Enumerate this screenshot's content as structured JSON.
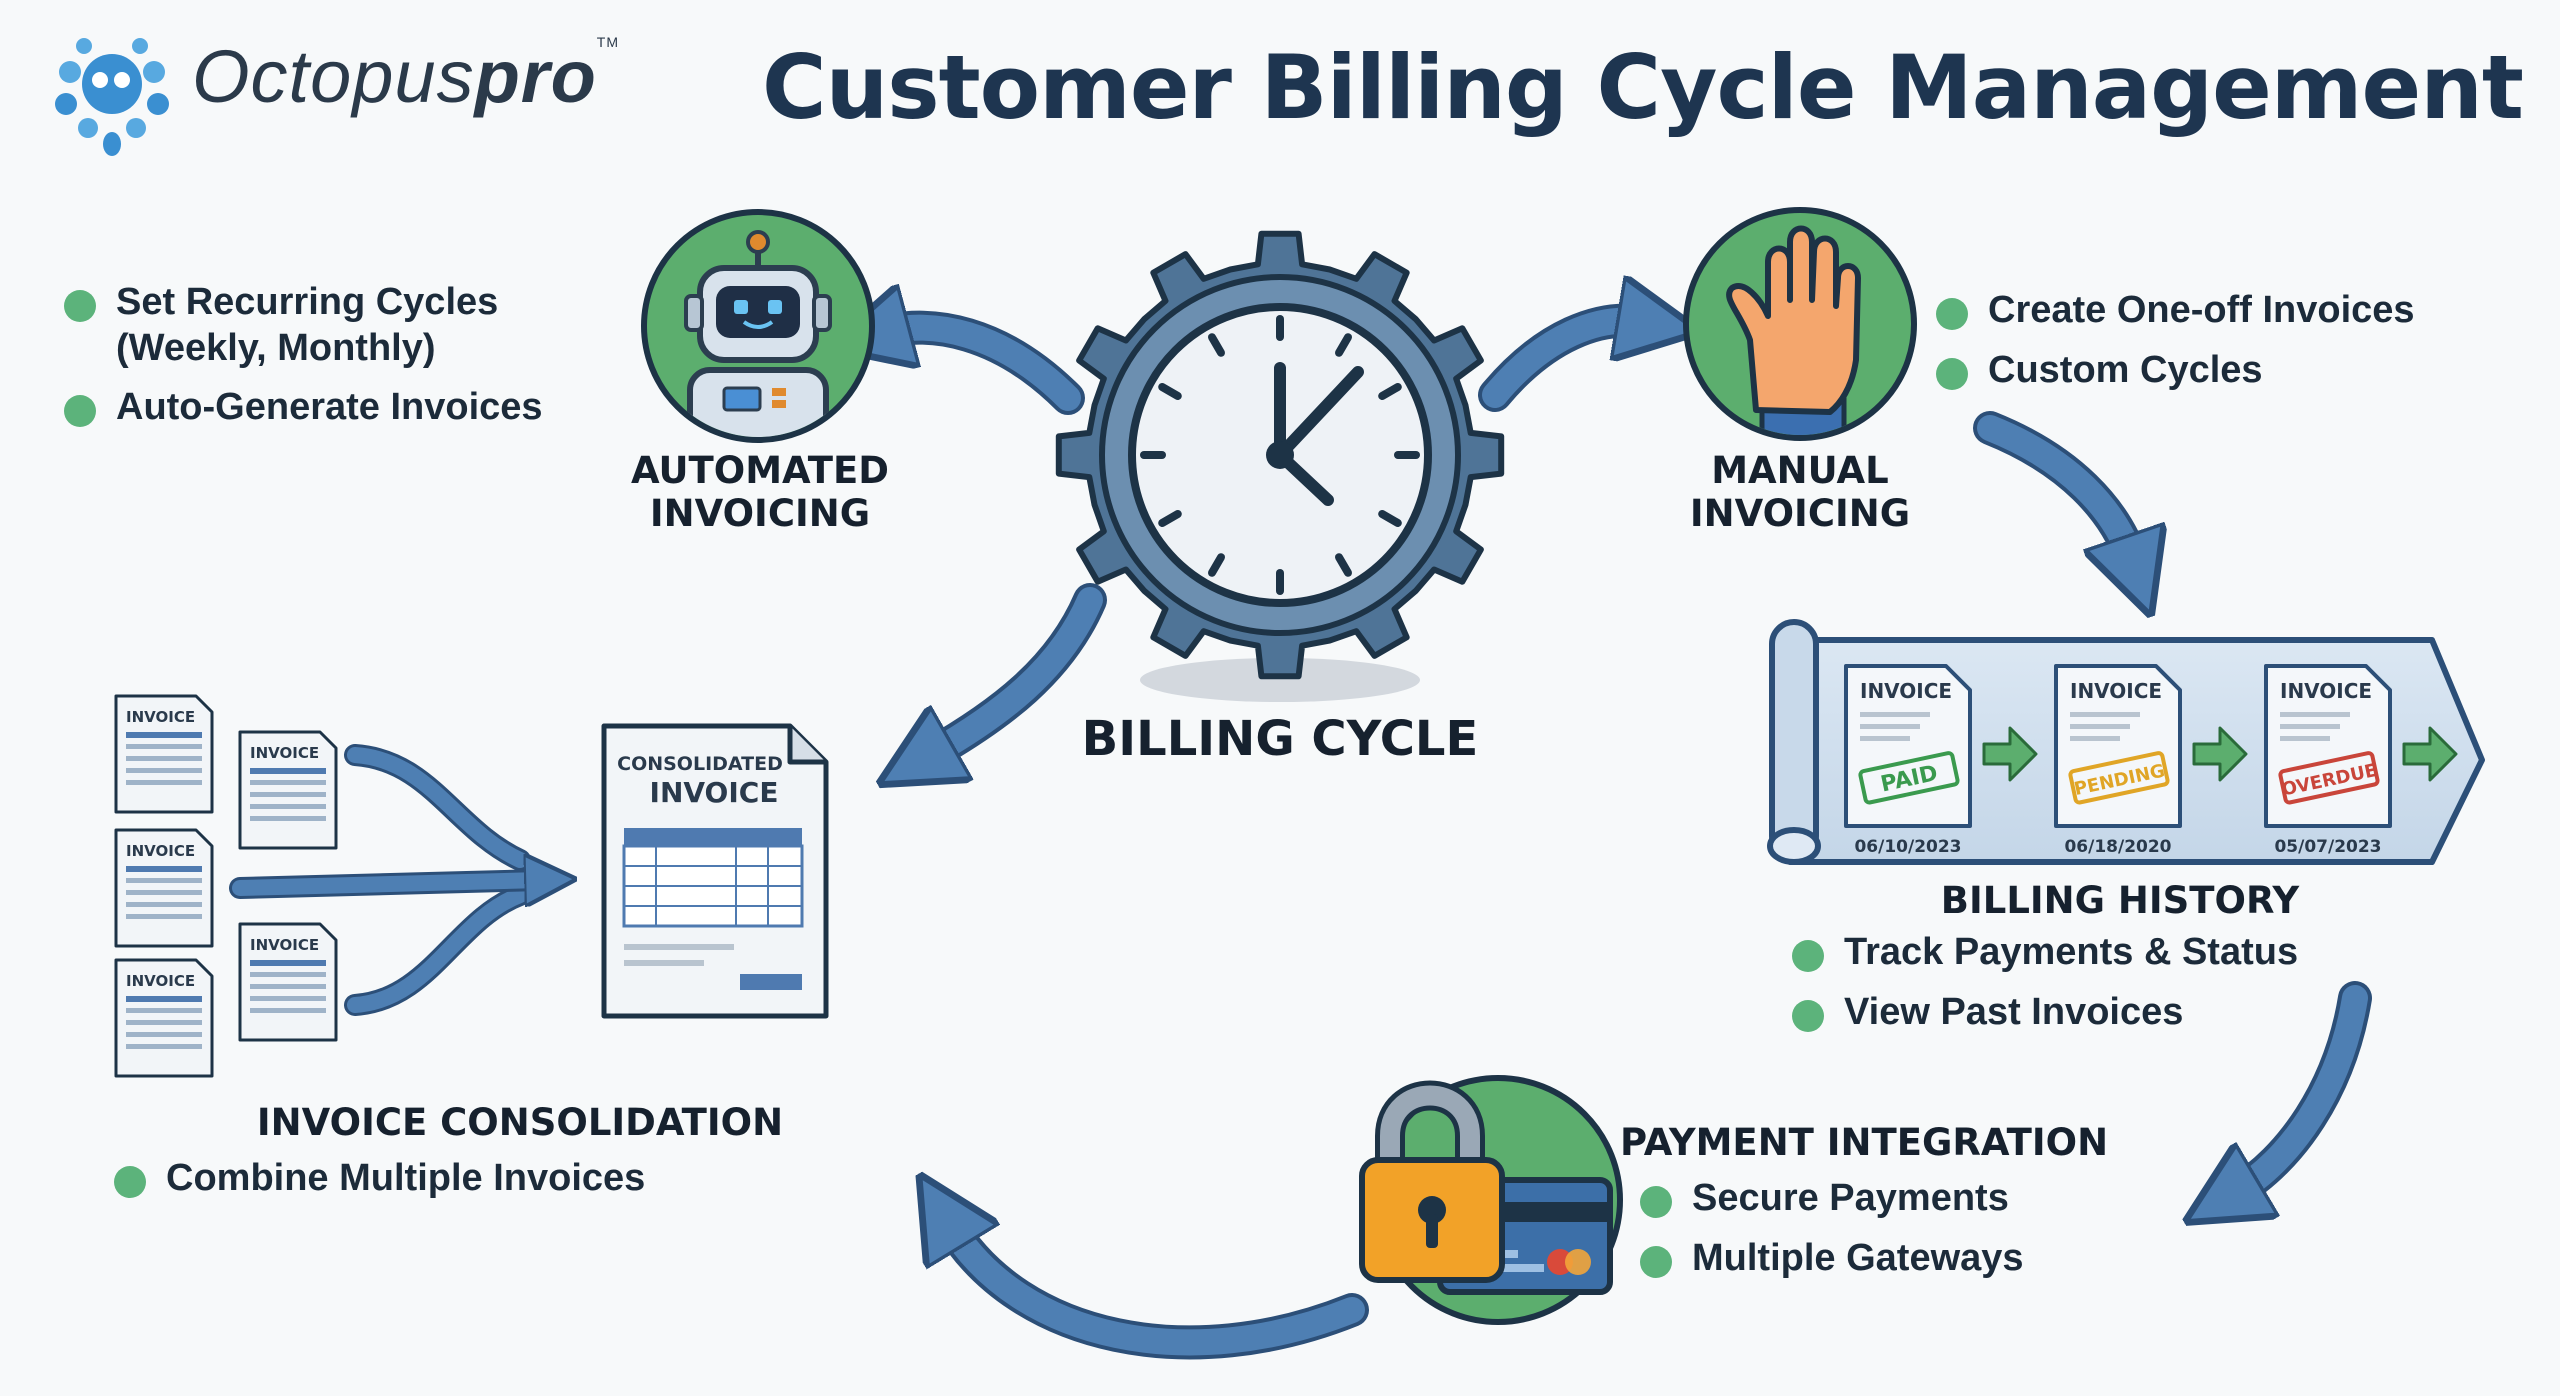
{
  "brand": {
    "name_regular": "Octopus",
    "name_bold": "pro",
    "trademark": "TM"
  },
  "title": "Customer Billing Cycle Management",
  "center": {
    "label": "BILLING CYCLE"
  },
  "automated": {
    "heading_line1": "AUTOMATED",
    "heading_line2": "INVOICING",
    "bullets": [
      "Set Recurring Cycles (Weekly, Monthly)",
      "Auto-Generate Invoices"
    ]
  },
  "manual": {
    "heading_line1": "MANUAL",
    "heading_line2": "INVOICING",
    "bullets": [
      "Create One-off Invoices",
      "Custom Cycles"
    ]
  },
  "history": {
    "heading": "BILLING HISTORY",
    "bullets": [
      "Track Payments & Status",
      "View Past Invoices"
    ],
    "invoices": [
      {
        "label": "INVOICE",
        "stamp": "PAID",
        "date": "06/10/2023",
        "stamp_color": "#3a9a4e"
      },
      {
        "label": "INVOICE",
        "stamp": "PENDING",
        "date": "06/18/2020",
        "stamp_color": "#e0a526"
      },
      {
        "label": "INVOICE",
        "stamp": "OVERDUE",
        "date": "05/07/2023",
        "stamp_color": "#c9453a"
      }
    ]
  },
  "payment": {
    "heading": "PAYMENT INTEGRATION",
    "bullets": [
      "Secure Payments",
      "Multiple Gateways"
    ]
  },
  "consolidation": {
    "heading": "INVOICE CONSOLIDATION",
    "bullets": [
      "Combine Multiple Invoices"
    ],
    "small_invoice_label": "INVOICE",
    "doc_line1": "CONSOLIDATED",
    "doc_line2": "INVOICE"
  },
  "icons": [
    "octopus-logo-icon",
    "robot-icon",
    "hand-icon",
    "gear-clock-icon",
    "padlock-icon",
    "credit-card-icon",
    "invoice-document-icon",
    "scroll-icon"
  ],
  "colors": {
    "arrow_blue": "#4e7fb3",
    "arrow_outline": "#2c4f78",
    "circle_green": "#5cae6e",
    "gear_blue": "#4f7497",
    "title_navy": "#1e3550",
    "bullet_green": "#5cb37b"
  }
}
